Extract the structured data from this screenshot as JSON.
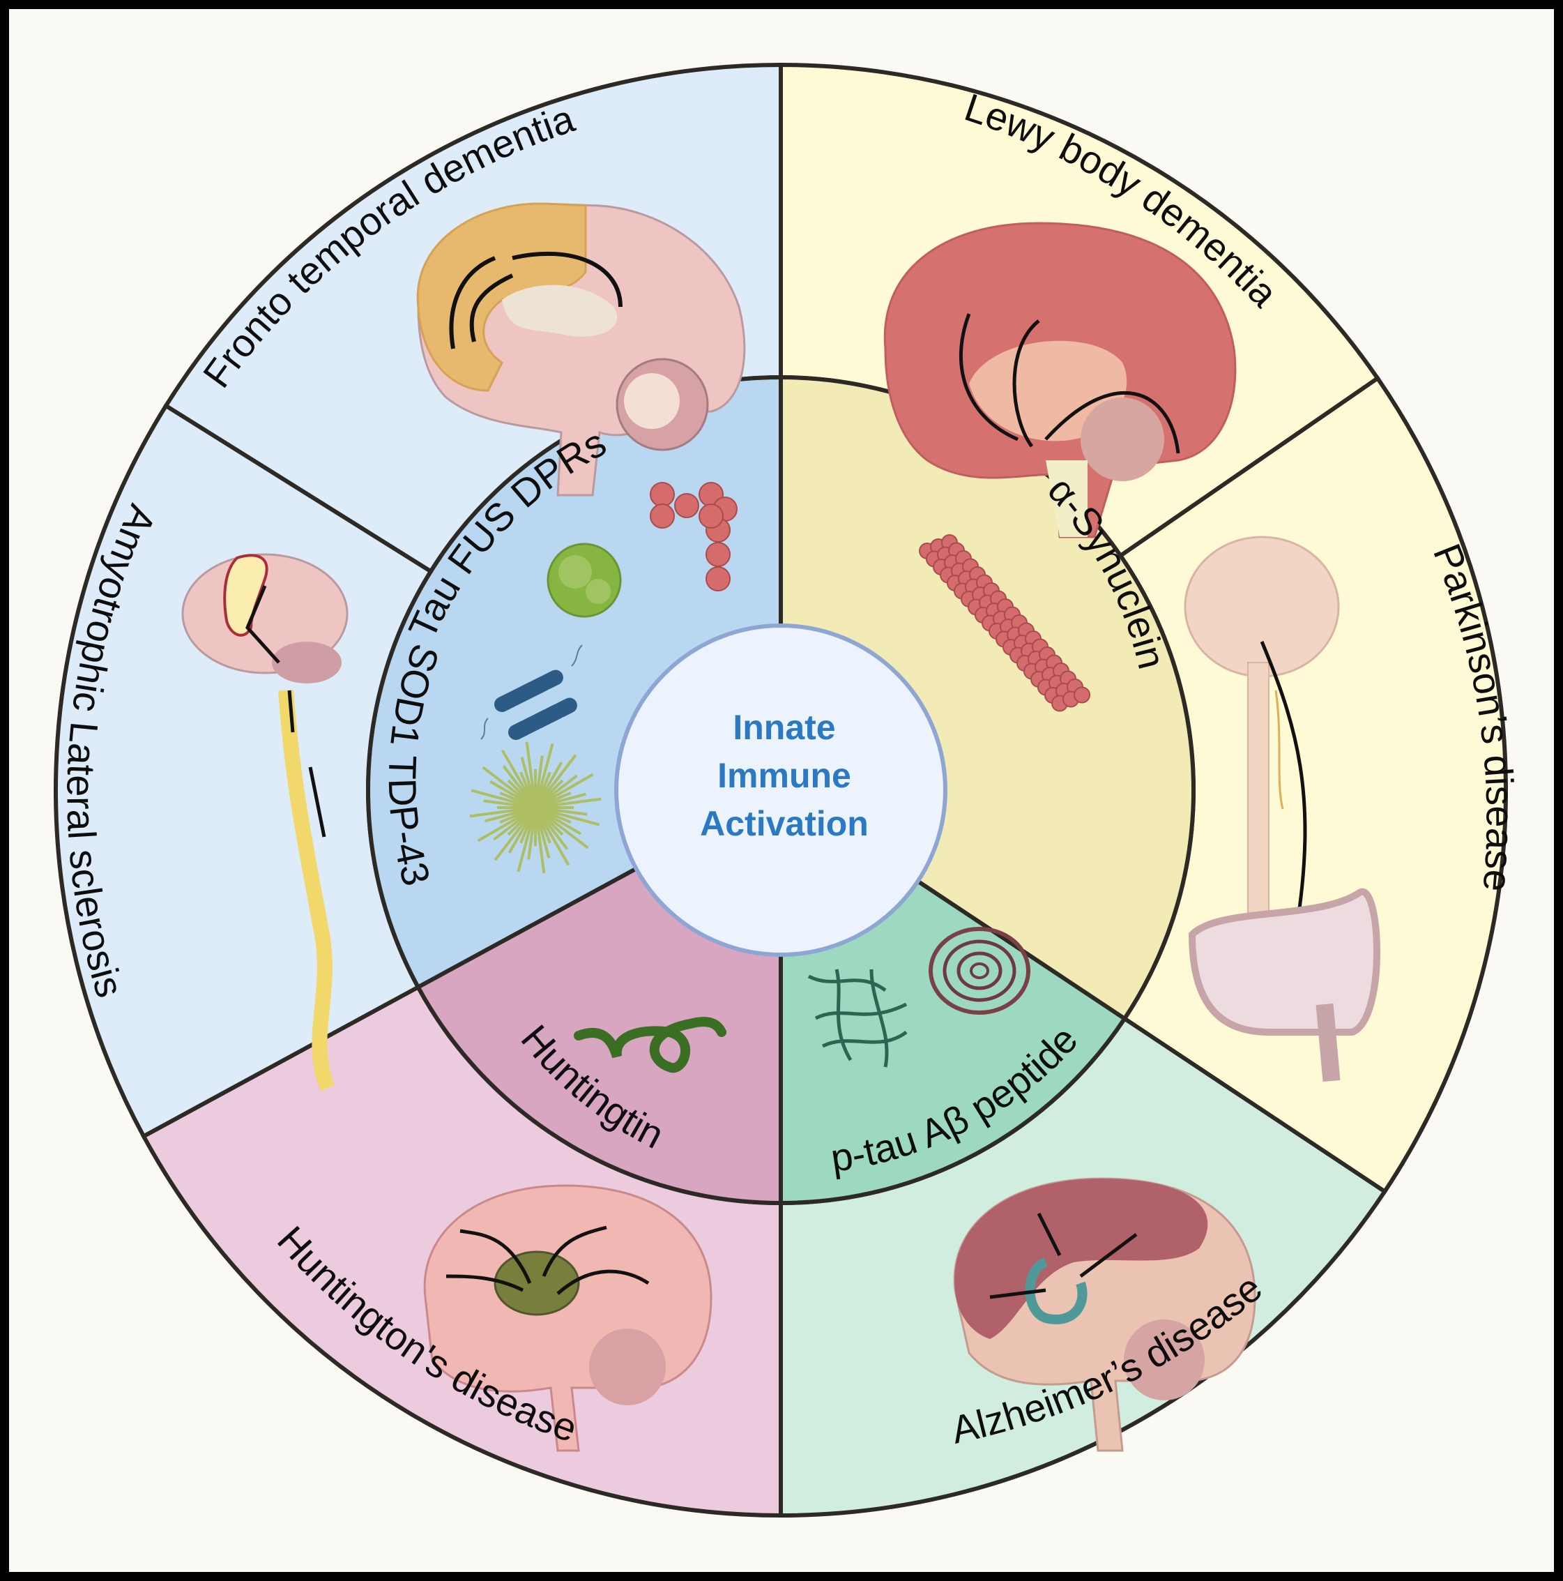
{
  "center": {
    "lines": [
      "Innate",
      "Immune",
      "Activation"
    ],
    "text_color": "#2b79c2",
    "fill": "#edf3fc",
    "ring_color": "#8ea6d4"
  },
  "diseases": [
    {
      "id": "ftd",
      "label": "Fronto  temporal  dementia",
      "fill": "#deebf8",
      "illustration": "sagittal-brain-frontotemporal-highlight"
    },
    {
      "id": "lbd",
      "label": "Lewy body dementia",
      "fill": "#fefad5",
      "illustration": "sagittal-brain-cortex-highlight"
    },
    {
      "id": "pd",
      "label": "Parkinson’s disease",
      "fill": "#fefad5",
      "illustration": "brain-spinal-cord-gut-axis"
    },
    {
      "id": "ad",
      "label": "Alzheimer’s disease",
      "fill": "#d0ede0",
      "illustration": "sagittal-brain-hippocampus-spread"
    },
    {
      "id": "hd",
      "label": "Huntington's  disease",
      "fill": "#ebcbdd",
      "illustration": "sagittal-brain-striatum-spread"
    },
    {
      "id": "als",
      "label": "Amyotrophic  Lateral  sclerosis",
      "fill": "#deebf8",
      "illustration": "brain-motor-cortex-spinal-cord"
    }
  ],
  "proteins": [
    {
      "id": "ftd-als",
      "labels": [
        "Tau  FUS  DPRs",
        "SOD1  TDP-43"
      ],
      "fill": "#b9d7f1",
      "icons": [
        "fus-aggregate",
        "dpr-chain",
        "sod1-fibrils",
        "tdp43-spiky"
      ]
    },
    {
      "id": "synuclein",
      "labels": [
        "α-Synuclein"
      ],
      "fill": "#f2ebb6",
      "icons": [
        "alpha-synuclein-fibril"
      ]
    },
    {
      "id": "ad",
      "labels": [
        "p-tau  Aβ peptide"
      ],
      "fill": "#9cd9c0",
      "icons": [
        "ptau-tangles",
        "abeta-plaque"
      ]
    },
    {
      "id": "hd",
      "labels": [
        "Huntingtin"
      ],
      "fill": "#d9a6c1",
      "icons": [
        "huntingtin-strand"
      ]
    }
  ],
  "colors": {
    "divider": "#2d2a26",
    "frame": "#000000",
    "background": "#faf9f4"
  }
}
